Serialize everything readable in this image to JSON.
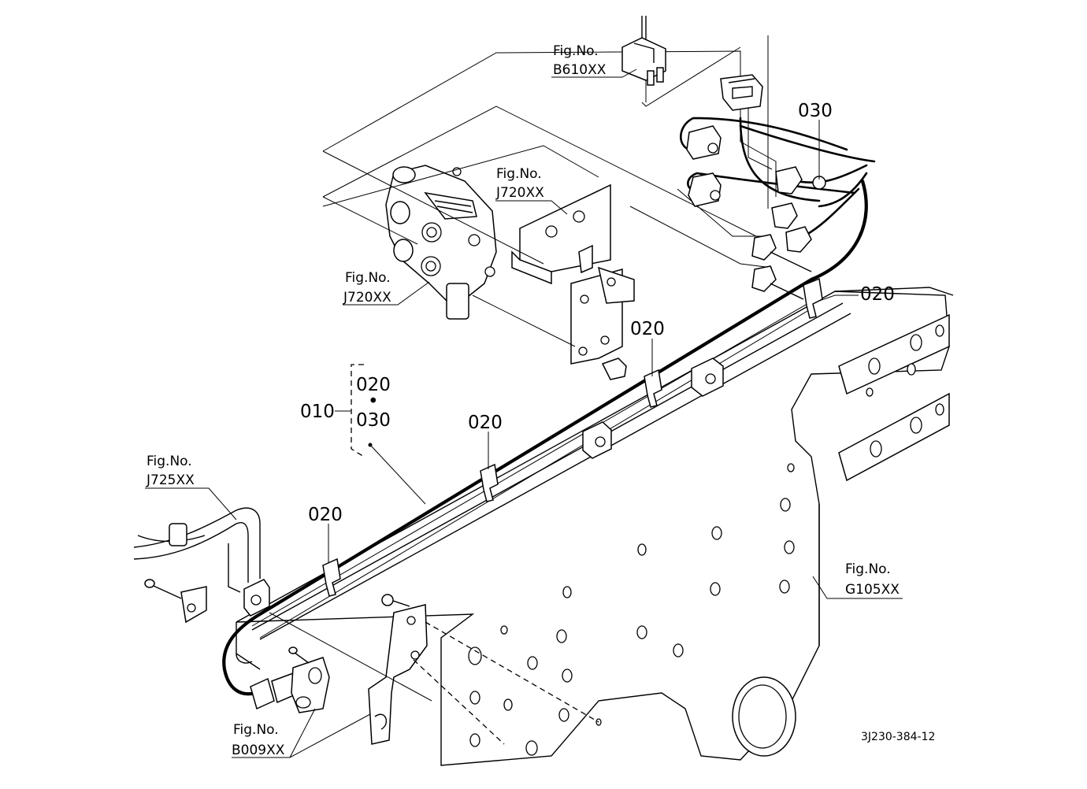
{
  "labels": {
    "fig_no": "Fig.No.",
    "b610": "B610XX",
    "j720_bracket": "J720XX",
    "j720_valve": "J720XX",
    "j725": "J725XX",
    "g105": "G105XX",
    "b009": "B009XX"
  },
  "parts": {
    "p030_top": "030",
    "p020_right": "020",
    "p020_mid": "020",
    "p020_center": "020",
    "p020_left": "020",
    "p010": "010",
    "p020_group": "020",
    "p030_group": "030",
    "group_dot": "•"
  },
  "drawing_number": "3J230-384-12"
}
